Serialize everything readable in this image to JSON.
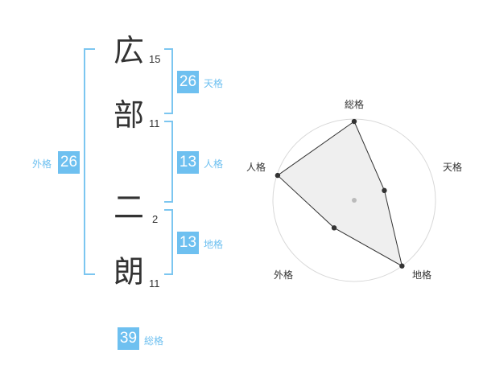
{
  "name_chars": [
    {
      "char": "広",
      "strokes": "15"
    },
    {
      "char": "部",
      "strokes": "11"
    },
    {
      "char": "二",
      "strokes": "2"
    },
    {
      "char": "朗",
      "strokes": "11"
    }
  ],
  "fortunes": {
    "tenkaku": {
      "value": "26",
      "label": "天格"
    },
    "jinkaku": {
      "value": "13",
      "label": "人格"
    },
    "chikaku": {
      "value": "13",
      "label": "地格"
    },
    "gaikaku": {
      "value": "26",
      "label": "外格"
    },
    "soukaku": {
      "value": "39",
      "label": "総格"
    }
  },
  "colors": {
    "accent": "#6ec0f0",
    "bracket": "#7cc6f0",
    "text": "#333333"
  },
  "chart_data": {
    "type": "radar",
    "axes": [
      "総格",
      "天格",
      "地格",
      "外格",
      "人格"
    ],
    "values": [
      0.97,
      0.39,
      1.0,
      0.42,
      0.99
    ],
    "max": 1.0,
    "rings": 4
  }
}
